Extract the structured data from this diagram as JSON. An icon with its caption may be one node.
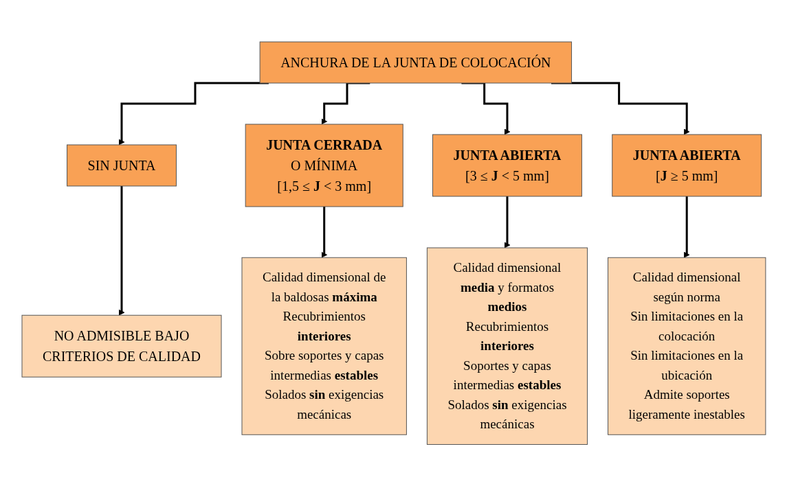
{
  "diagram": {
    "nodes": [
      {
        "text": [
          "ANCHURA DE LA JUNTA DE COLOCACIÓN"
        ]
      },
      {
        "text": [
          "SIN JUNTA"
        ]
      },
      {
        "text": [
          "**JUNTA CERRADA**",
          "O MÍNIMA",
          "[1,5 ≤ **J** < 3 mm]"
        ]
      },
      {
        "text": [
          "**JUNTA ABIERTA**",
          "[3 ≤ **J** < 5 mm]"
        ]
      },
      {
        "text": [
          "**JUNTA ABIERTA**",
          "[**J** ≥ 5 mm]"
        ]
      },
      {
        "text": [
          "NO ADMISIBLE BAJO CRITERIOS DE CALIDAD"
        ]
      },
      {
        "text": [
          "Calidad dimensional de la baldosas **máxima**",
          "Recubrimientos **interiores**",
          "Sobre soportes y capas intermedias **estables**",
          "Solados **sin** exigencias mecánicas"
        ]
      },
      {
        "text": [
          "Calidad dimensional **media** y formatos **medios**",
          "Recubrimientos **interiores**",
          "Soportes y capas intermedias **estables**",
          "Solados **sin** exigencias mecánicas"
        ]
      },
      {
        "text": [
          "Calidad dimensional según norma",
          "Sin limitaciones en la colocación",
          "Sin limitaciones en la ubicación",
          "Admite soportes ligeramente inestables"
        ]
      }
    ],
    "edges": [
      {
        "from": 0,
        "to": 1,
        "arrow": "to"
      },
      {
        "from": 0,
        "to": 2,
        "arrow": "to"
      },
      {
        "from": 0,
        "to": 3,
        "arrow": "to"
      },
      {
        "from": 0,
        "to": 4,
        "arrow": "to"
      },
      {
        "from": 1,
        "to": 5,
        "arrow": "to"
      },
      {
        "from": 2,
        "to": 6,
        "arrow": "to"
      },
      {
        "from": 3,
        "to": 7,
        "arrow": "to"
      },
      {
        "from": 4,
        "to": 8,
        "arrow": "to"
      }
    ]
  }
}
